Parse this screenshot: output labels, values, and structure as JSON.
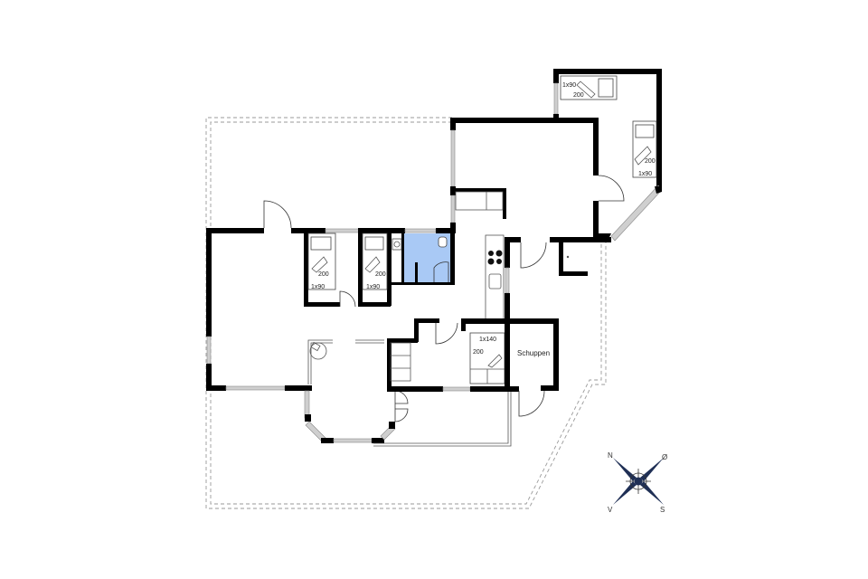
{
  "plan": {
    "background": "#ffffff",
    "wall_color": "#000000",
    "bathroom_color": "#a9c9f5",
    "window_color": "#cfcfcf",
    "terrace_line_color": "#9a9a9a"
  },
  "rooms": {
    "bedroom_ne": {
      "bed_a_width": "1x90",
      "bed_a_length": "200",
      "bed_b_width": "1x90",
      "bed_b_length": "200"
    },
    "bedroom_1": {
      "bed_width": "1x90",
      "bed_length": "200"
    },
    "bedroom_2": {
      "bed_width": "1x90",
      "bed_length": "200"
    },
    "bedroom_3": {
      "bed_width": "1x140",
      "bed_length": "200"
    },
    "shed": {
      "label": "Schuppen"
    }
  },
  "compass": {
    "north": "N",
    "east": "Ø",
    "south": "S",
    "west": "V",
    "color": "#1f2f55"
  }
}
